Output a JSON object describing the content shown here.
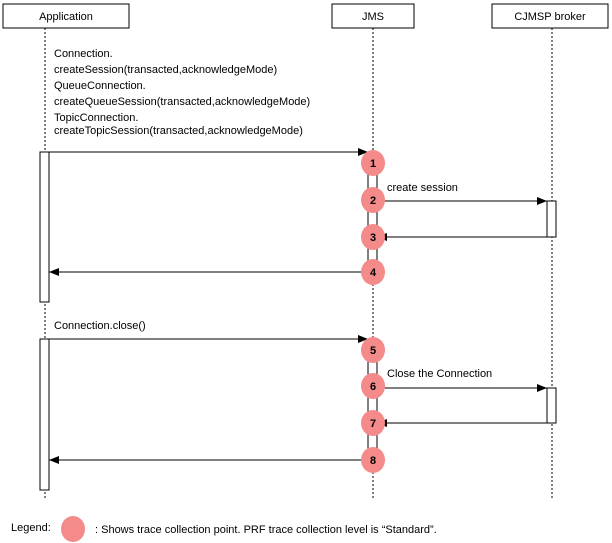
{
  "participants": {
    "application": "Application",
    "jms": "JMS",
    "broker": "CJMSP broker"
  },
  "scenario1": {
    "call_lines": [
      "Connection.",
      "createSession(transacted,acknowledgeMode)",
      "QueueConnection.",
      "createQueueSession(transacted,acknowledgeMode)",
      "TopicConnection.",
      "createTopicSession(transacted,acknowledgeMode)"
    ],
    "broker_message": "create  session"
  },
  "scenario2": {
    "call_line": "Connection.close()",
    "broker_message": "Close  the  Connection"
  },
  "trace_points": [
    "1",
    "2",
    "3",
    "4",
    "5",
    "6",
    "7",
    "8"
  ],
  "legend": {
    "label": "Legend:",
    "text": ":  Shows  trace  collection  point.  PRF  trace  collection  level  is  “Standard”."
  },
  "colors": {
    "trace_point": "#f48a8a",
    "line": "#000000",
    "background": "#ffffff"
  }
}
